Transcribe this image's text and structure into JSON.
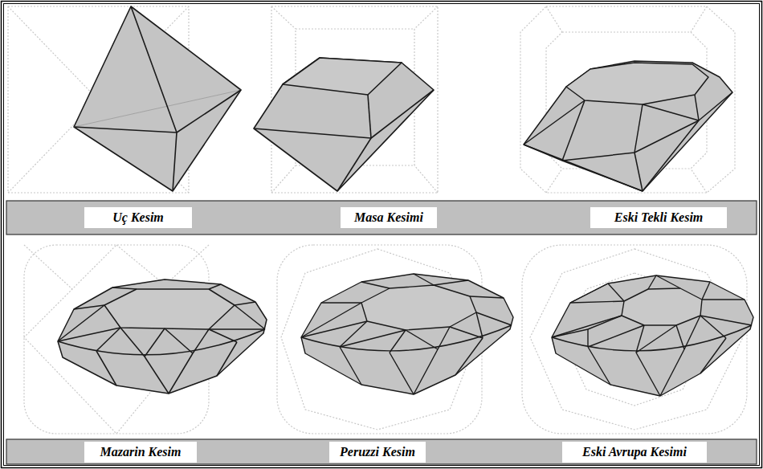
{
  "diagram": {
    "nodes": [
      {
        "text": [
          "Uç Kesim"
        ]
      },
      {
        "text": [
          "Masa Kesimi"
        ]
      },
      {
        "text": [
          "Eski Tekli Kesim"
        ]
      },
      {
        "text": [
          "Mazarin Kesim"
        ]
      },
      {
        "text": [
          "Peruzzi Kesim"
        ]
      },
      {
        "text": [
          "Eski Avrupa Kesimi"
        ]
      }
    ]
  }
}
